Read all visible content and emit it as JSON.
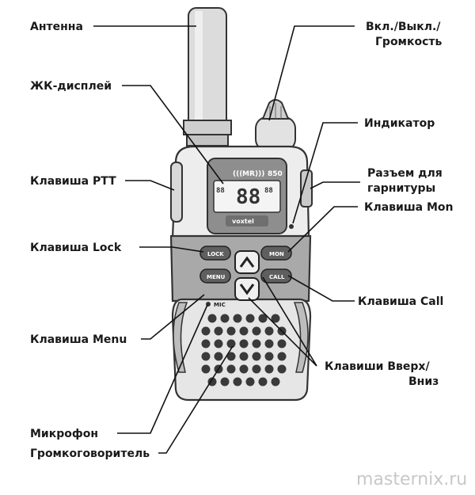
{
  "labels": {
    "antenna": "Антенна",
    "lcd": "ЖК-дисплей",
    "ptt": "Клавиша PTT",
    "lock": "Клавиша Lock",
    "menu": "Клавиша Menu",
    "mic": "Микрофон",
    "speaker": "Громкоговоритель",
    "power_l1": "Вкл./Выкл./",
    "power_l2": "Громкость",
    "indicator": "Индикатор",
    "headset_l1": "Разъем для",
    "headset_l2": "гарнитуры",
    "mon": "Клавиша Mon",
    "call": "Клавиша Call",
    "updown_l1": "Клавиши Вверх/",
    "updown_l2": "Вниз"
  },
  "device": {
    "model_badge": "MR",
    "model_number": "850",
    "brand": "voxtel",
    "lcd_digits": "88",
    "lcd_small": "88",
    "btn_lock": "LOCK",
    "btn_mon": "MON",
    "btn_menu": "MENU",
    "btn_call": "CALL",
    "mic_label": "MIC"
  },
  "watermark": "masternix.ru"
}
